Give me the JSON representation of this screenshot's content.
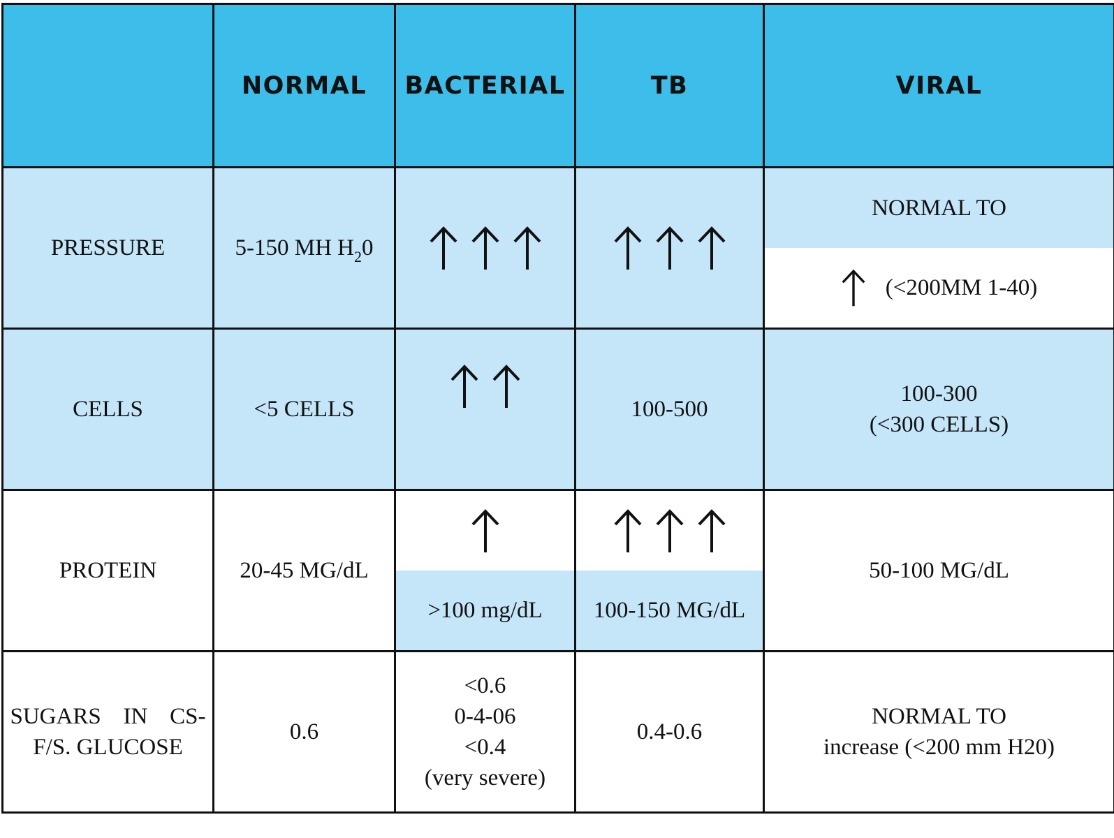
{
  "header": {
    "col0": "",
    "col1": "NORMAL",
    "col2": "BACTERIAL",
    "col3": "TB",
    "col4": "VIRAL"
  },
  "rows": {
    "pressure": {
      "label": "PRESSURE",
      "normal_main": "5-150 MH H",
      "normal_sub": "2",
      "normal_tail": "0",
      "bacterial_arrows": 3,
      "tb_arrows": 3,
      "viral_top": "NORMAL TO",
      "viral_bottom": "(<200MM 1-40)"
    },
    "cells": {
      "label": "CELLS",
      "normal": "<5 CELLS",
      "bacterial_arrows": 2,
      "tb": "100-500",
      "viral_line1": "100-300",
      "viral_line2": "(<300 CELLS)"
    },
    "protein": {
      "label": "PROTEIN",
      "normal": "20-45 MG/dL",
      "bacterial_arrows": 1,
      "bacterial_value": ">100 mg/dL",
      "tb_arrows": 3,
      "tb_value": "100-150 MG/dL",
      "viral": "50-100 MG/dL"
    },
    "sugars": {
      "label_line1": "SUGARS IN CS-",
      "label_line2": "F/S. GLUCOSE",
      "normal": "0.6",
      "bacterial_line1": "<0.6",
      "bacterial_line2": "0-4-06",
      "bacterial_line3": "<0.4",
      "bacterial_line4": "(very severe)",
      "tb": "0.4-0.6",
      "viral_line1": "NORMAL TO",
      "viral_line2": "increase (<200 mm H20)"
    }
  },
  "colors": {
    "header_bg": "#3dbdea",
    "light_bg": "#c5e5f8",
    "border": "#111111"
  },
  "icons": {
    "arrow": "up-arrow-icon"
  }
}
